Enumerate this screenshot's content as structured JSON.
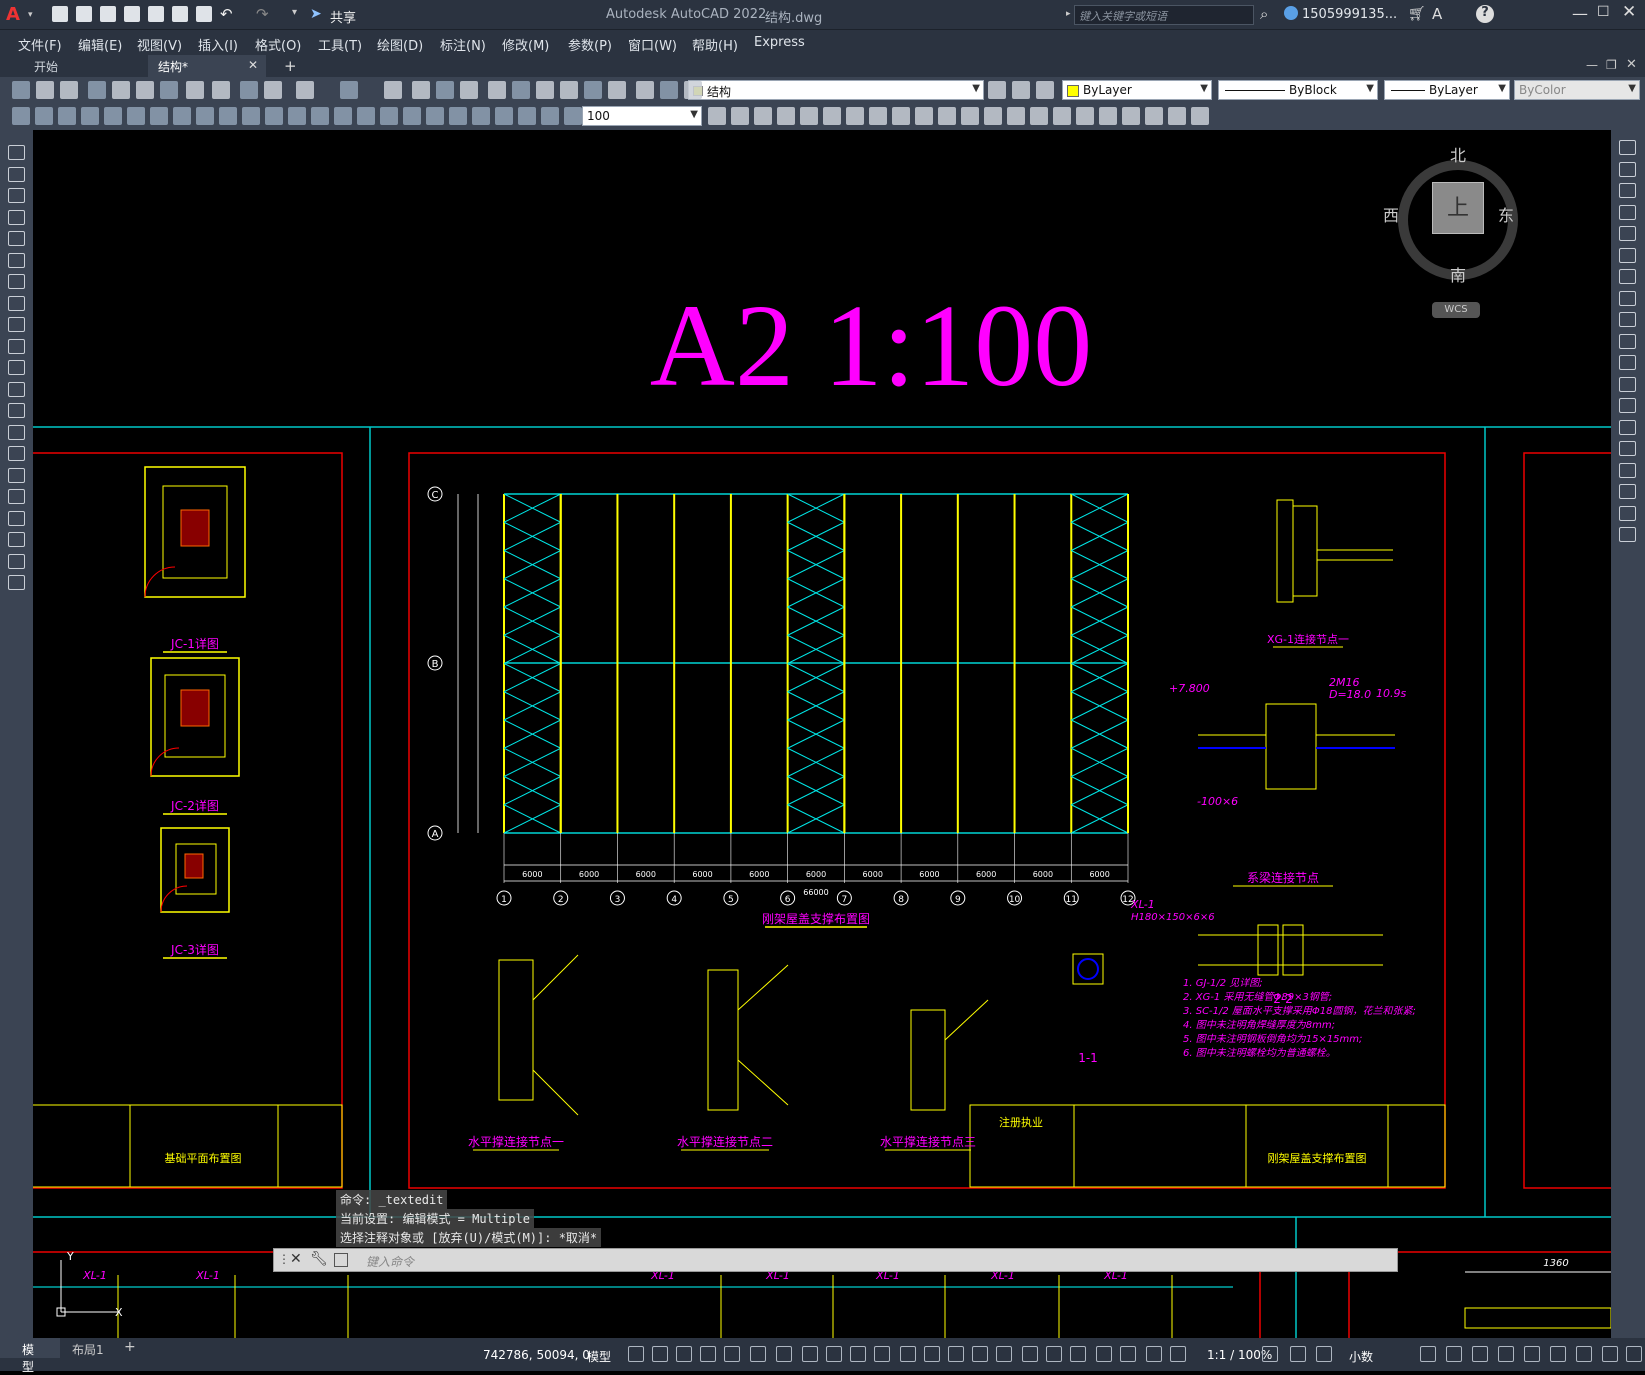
{
  "app": {
    "title": "Autodesk AutoCAD 2022",
    "filename": "结构.dwg",
    "share_label": "共享",
    "search_placeholder": "键入关键字或短语",
    "user": "1505999135...",
    "logo_letter": "A"
  },
  "menu": [
    "文件(F)",
    "编辑(E)",
    "视图(V)",
    "插入(I)",
    "格式(O)",
    "工具(T)",
    "绘图(D)",
    "标注(N)",
    "修改(M)",
    "参数(P)",
    "窗口(W)",
    "帮助(H)",
    "Express"
  ],
  "tabs": [
    {
      "label": "开始"
    },
    {
      "label": "结构*"
    }
  ],
  "toolbar": {
    "layer_name": "结构",
    "color": "ByLayer",
    "linetype": "ByBlock",
    "lineweight": "ByLayer",
    "plotstyle": "ByColor",
    "dimscale": "100"
  },
  "viewcube": {
    "north": "北",
    "south": "南",
    "east": "东",
    "west": "西",
    "top": "上",
    "wcs": "WCS"
  },
  "drawing": {
    "big_title": "A2 1:100",
    "grid_axes_bottom": [
      "1",
      "2",
      "3",
      "4",
      "5",
      "6",
      "7",
      "8",
      "9",
      "10",
      "11",
      "12"
    ],
    "grid_axes_left": [
      "C",
      "B",
      "A"
    ],
    "bay_dim": "6000",
    "total_dim": "66000",
    "main_plan_title": "刚架屋盖支撑布置图",
    "jc1_title": "JC-1详图",
    "jc2_title": "JC-2详图",
    "jc3_title": "JC-3详图",
    "xg1_title": "XG-1连接节点一",
    "tie_title": "系梁连接节点",
    "sec22": "2-2",
    "sec11": "1-1",
    "node1": "水平撑连接节点一",
    "node2": "水平撑连接节点二",
    "node3": "水平撑连接节点三",
    "titleblock_left": "基础平面布置图",
    "titleblock_right": "刚架屋盖支撑布置图",
    "reg_label": "注册执业",
    "elev": "+7.800",
    "bolt": "2M16",
    "d18": "D=18.0",
    "weld": "10.9s",
    "h_section": "H180×150×6×6",
    "plate": "-100×6",
    "member_xl": "XL-1",
    "dim_1360": "1360",
    "notes_right": [
      "1. GJ-1/2 见详图;",
      "2. XG-1 采用无缝管Φ89×3钢管;",
      "3. SC-1/2 屋面水平支撑采用Φ18圆钢，花兰和张紧;",
      "4. 图中未注明角焊缝厚度为8mm;",
      "5. 图中未注明钢板倒角均为15×15mm;",
      "6. 图中未注明螺栓均为普通螺栓。"
    ]
  },
  "command": {
    "history": [
      "命令: _textedit",
      "当前设置: 编辑模式 = Multiple",
      "选择注释对象或 [放弃(U)/模式(M)]: *取消*"
    ],
    "placeholder": "键入命令"
  },
  "status": {
    "tab_model": "模型",
    "tab_layout": "布局1",
    "coords": "742786, 50094, 0",
    "space": "模型",
    "scale": "1:1 / 100%",
    "units": "小数"
  },
  "colors": {
    "magenta": "#ff00ff",
    "yellow": "#ffff00",
    "cyan": "#00ffff",
    "red": "#ff0000",
    "white": "#ffffff"
  }
}
